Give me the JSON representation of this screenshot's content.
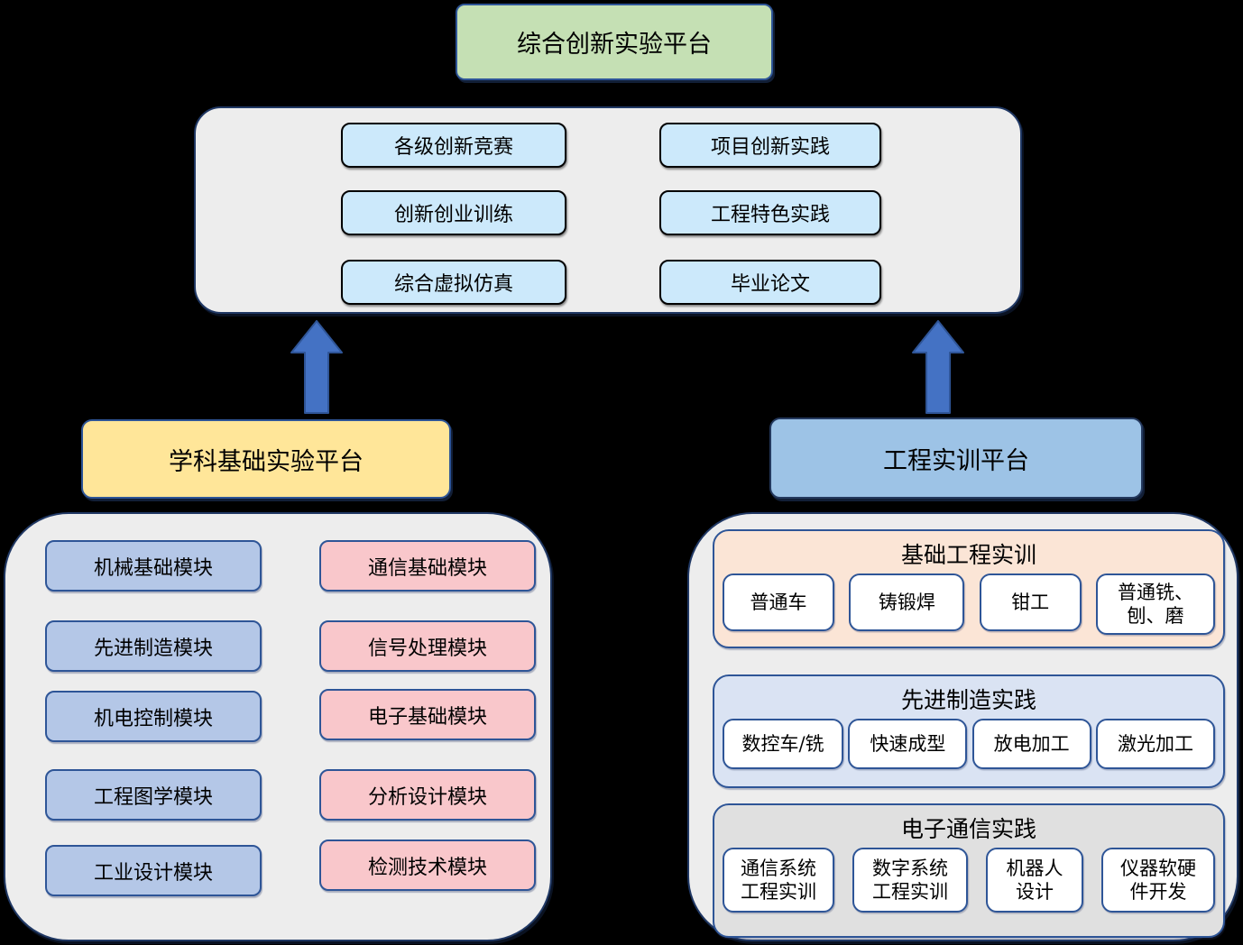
{
  "top_platform": {
    "label": "综合创新实验平台"
  },
  "innovation_items": [
    "各级创新竞赛",
    "项目创新实践",
    "创新创业训练",
    "工程特色实践",
    "综合虚拟仿真",
    "毕业论文"
  ],
  "left_platform": {
    "label": "学科基础实验平台"
  },
  "right_platform": {
    "label": "工程实训平台"
  },
  "left_modules": {
    "mechanical": [
      "机械基础模块",
      "先进制造模块",
      "机电控制模块",
      "工程图学模块",
      "工业设计模块"
    ],
    "electronic": [
      "通信基础模块",
      "信号处理模块",
      "电子基础模块",
      "分析设计模块",
      "检测技术模块"
    ]
  },
  "training_sections": [
    {
      "title": "基础工程实训",
      "items": [
        "普通车",
        "铸锻焊",
        "钳工",
        "普通铣、\n刨、磨"
      ]
    },
    {
      "title": "先进制造实践",
      "items": [
        "数控车/铣",
        "快速成型",
        "放电加工",
        "激光加工"
      ]
    },
    {
      "title": "电子通信实践",
      "items": [
        "通信系统\n工程实训",
        "数字系统\n工程实训",
        "机器人\n设计",
        "仪器软硬\n件开发"
      ]
    }
  ],
  "icons": {
    "up_arrow_left": "up-arrow",
    "up_arrow_right": "up-arrow"
  },
  "colors": {
    "background": "#000000",
    "top_platform_fill": "#c5e0b4",
    "innovation_item_fill": "#cce9fb",
    "left_platform_fill": "#ffe699",
    "right_platform_fill": "#9dc3e6",
    "mechanical_module_fill": "#b4c7e7",
    "electronic_module_fill": "#f9c7cb",
    "section_basic_fill": "#fbe5d6",
    "section_advanced_fill": "#dae3f3",
    "section_ecomm_fill": "#e0e0e0",
    "container_fill": "#ededed",
    "white_item_fill": "#ffffff",
    "arrow_fill": "#4472c4",
    "container_border": "#203864",
    "box_border_blue": "#2e5597",
    "innovation_item_border": "#000000"
  }
}
